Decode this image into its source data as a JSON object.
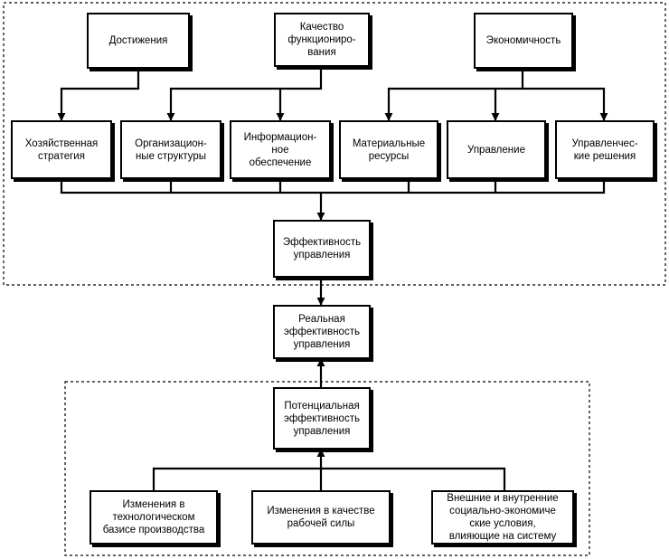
{
  "diagram": {
    "top_row": {
      "achievements": "Достижения",
      "quality": "Качество\nфункциониро-\nвания",
      "economy": "Экономичность"
    },
    "middle_row": {
      "strategy": "Хозяйственная\nстратегия",
      "org_structures": "Организацион-\nные структуры",
      "info_support": "Информацион-\nное\nобеспечение",
      "material_resources": "Материальные\nресурсы",
      "management": "Управление",
      "management_decisions": "Управленчес-\nкие решения"
    },
    "management_efficiency": "Эффективность\nуправления",
    "real_efficiency": "Реальная\nэффективность\nуправления",
    "potential_efficiency": "Потенциальная\nэффективность\nуправления",
    "bottom_row": {
      "tech_changes": "Изменения в\nтехнологическом\nбазисе производства",
      "workforce_changes": "Изменения в качестве\nрабочей силы",
      "external_conditions": "Внешние и внутренние\nсоциально-экономиче\nские условия,\nвлияющие на систему"
    }
  }
}
